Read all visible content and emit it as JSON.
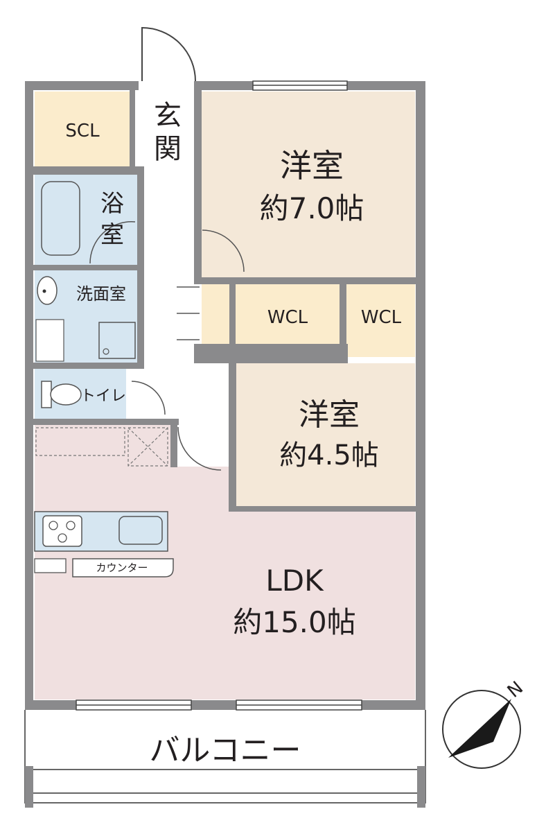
{
  "rooms": {
    "scl": "SCL",
    "genkan_1": "玄",
    "genkan_2": "関",
    "western1_name": "洋室",
    "western1_size": "約7.0帖",
    "bath_1": "浴",
    "bath_2": "室",
    "washroom": "洗面室",
    "wcl_1": "WCL",
    "wcl_2": "WCL",
    "toilet": "トイレ",
    "western2_name": "洋室",
    "western2_size": "約4.5帖",
    "counter": "カウンター",
    "ldk_name": "LDK",
    "ldk_size": "約15.0帖",
    "balcony": "バルコニー",
    "north": "N"
  },
  "colors": {
    "wall": "#8a8a8c",
    "storage": "#fbeccc",
    "bedroom": "#f4e8d8",
    "wet_area": "#d6e6f1",
    "ldk": "#f0e0e0",
    "hall": "#ffffff"
  }
}
